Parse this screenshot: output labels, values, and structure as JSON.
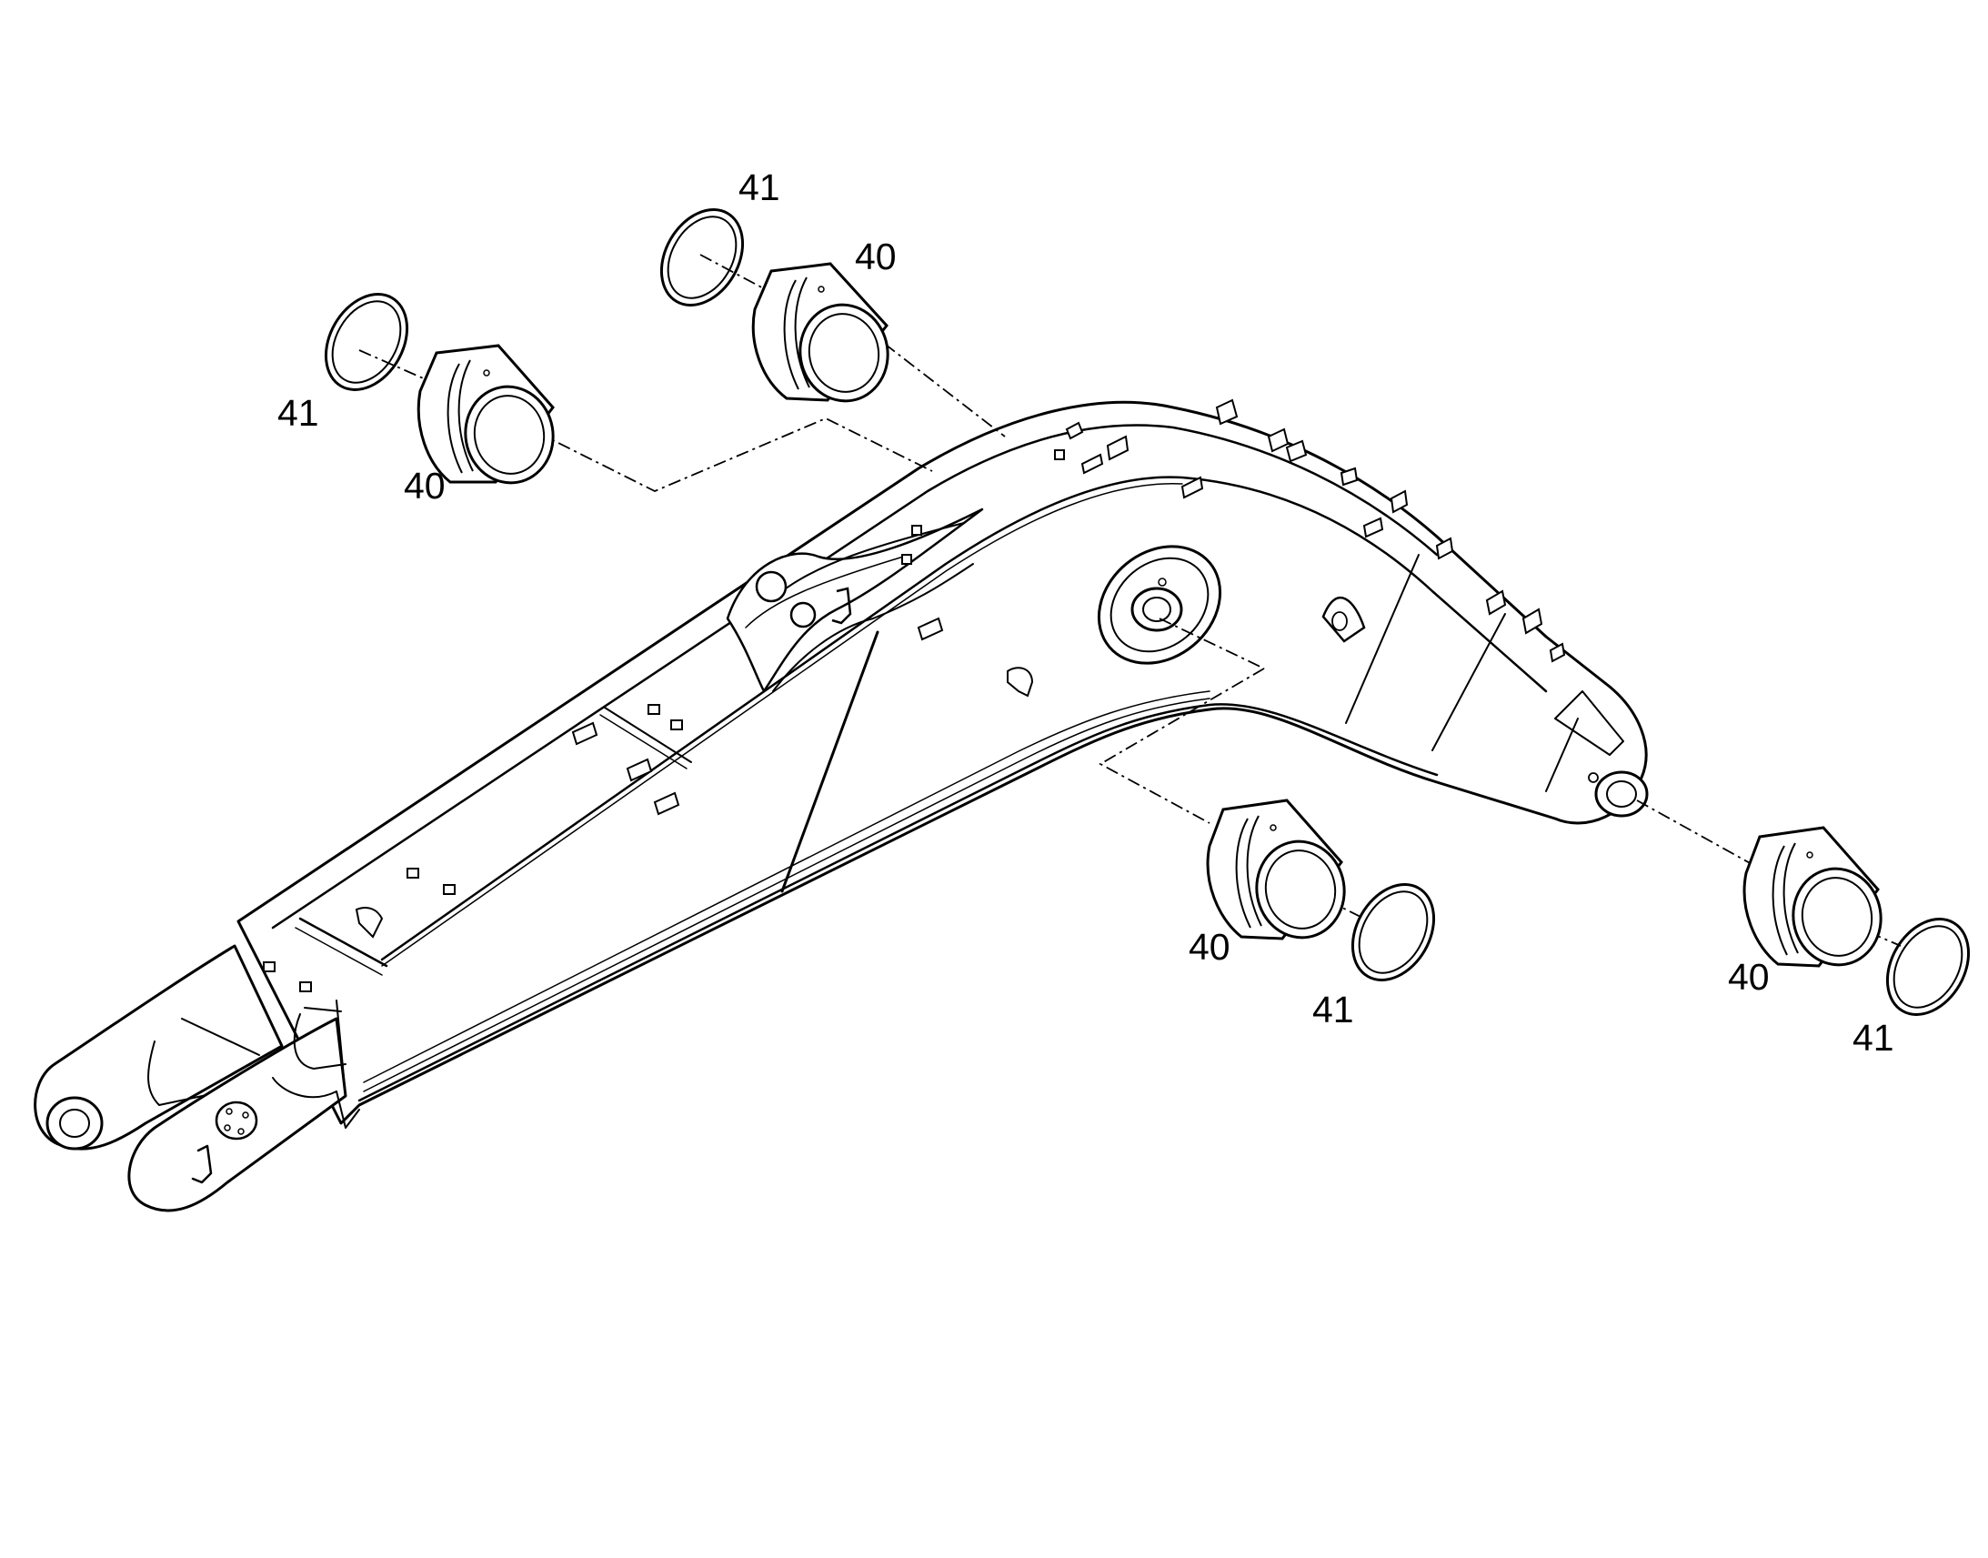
{
  "diagram": {
    "callouts": {
      "c1": "41",
      "c2": "40",
      "c3": "41",
      "c4": "40",
      "c5": "40",
      "c6": "41",
      "c7": "40",
      "c8": "41"
    },
    "colors": {
      "line": "#000000",
      "fill": "#ffffff"
    }
  }
}
